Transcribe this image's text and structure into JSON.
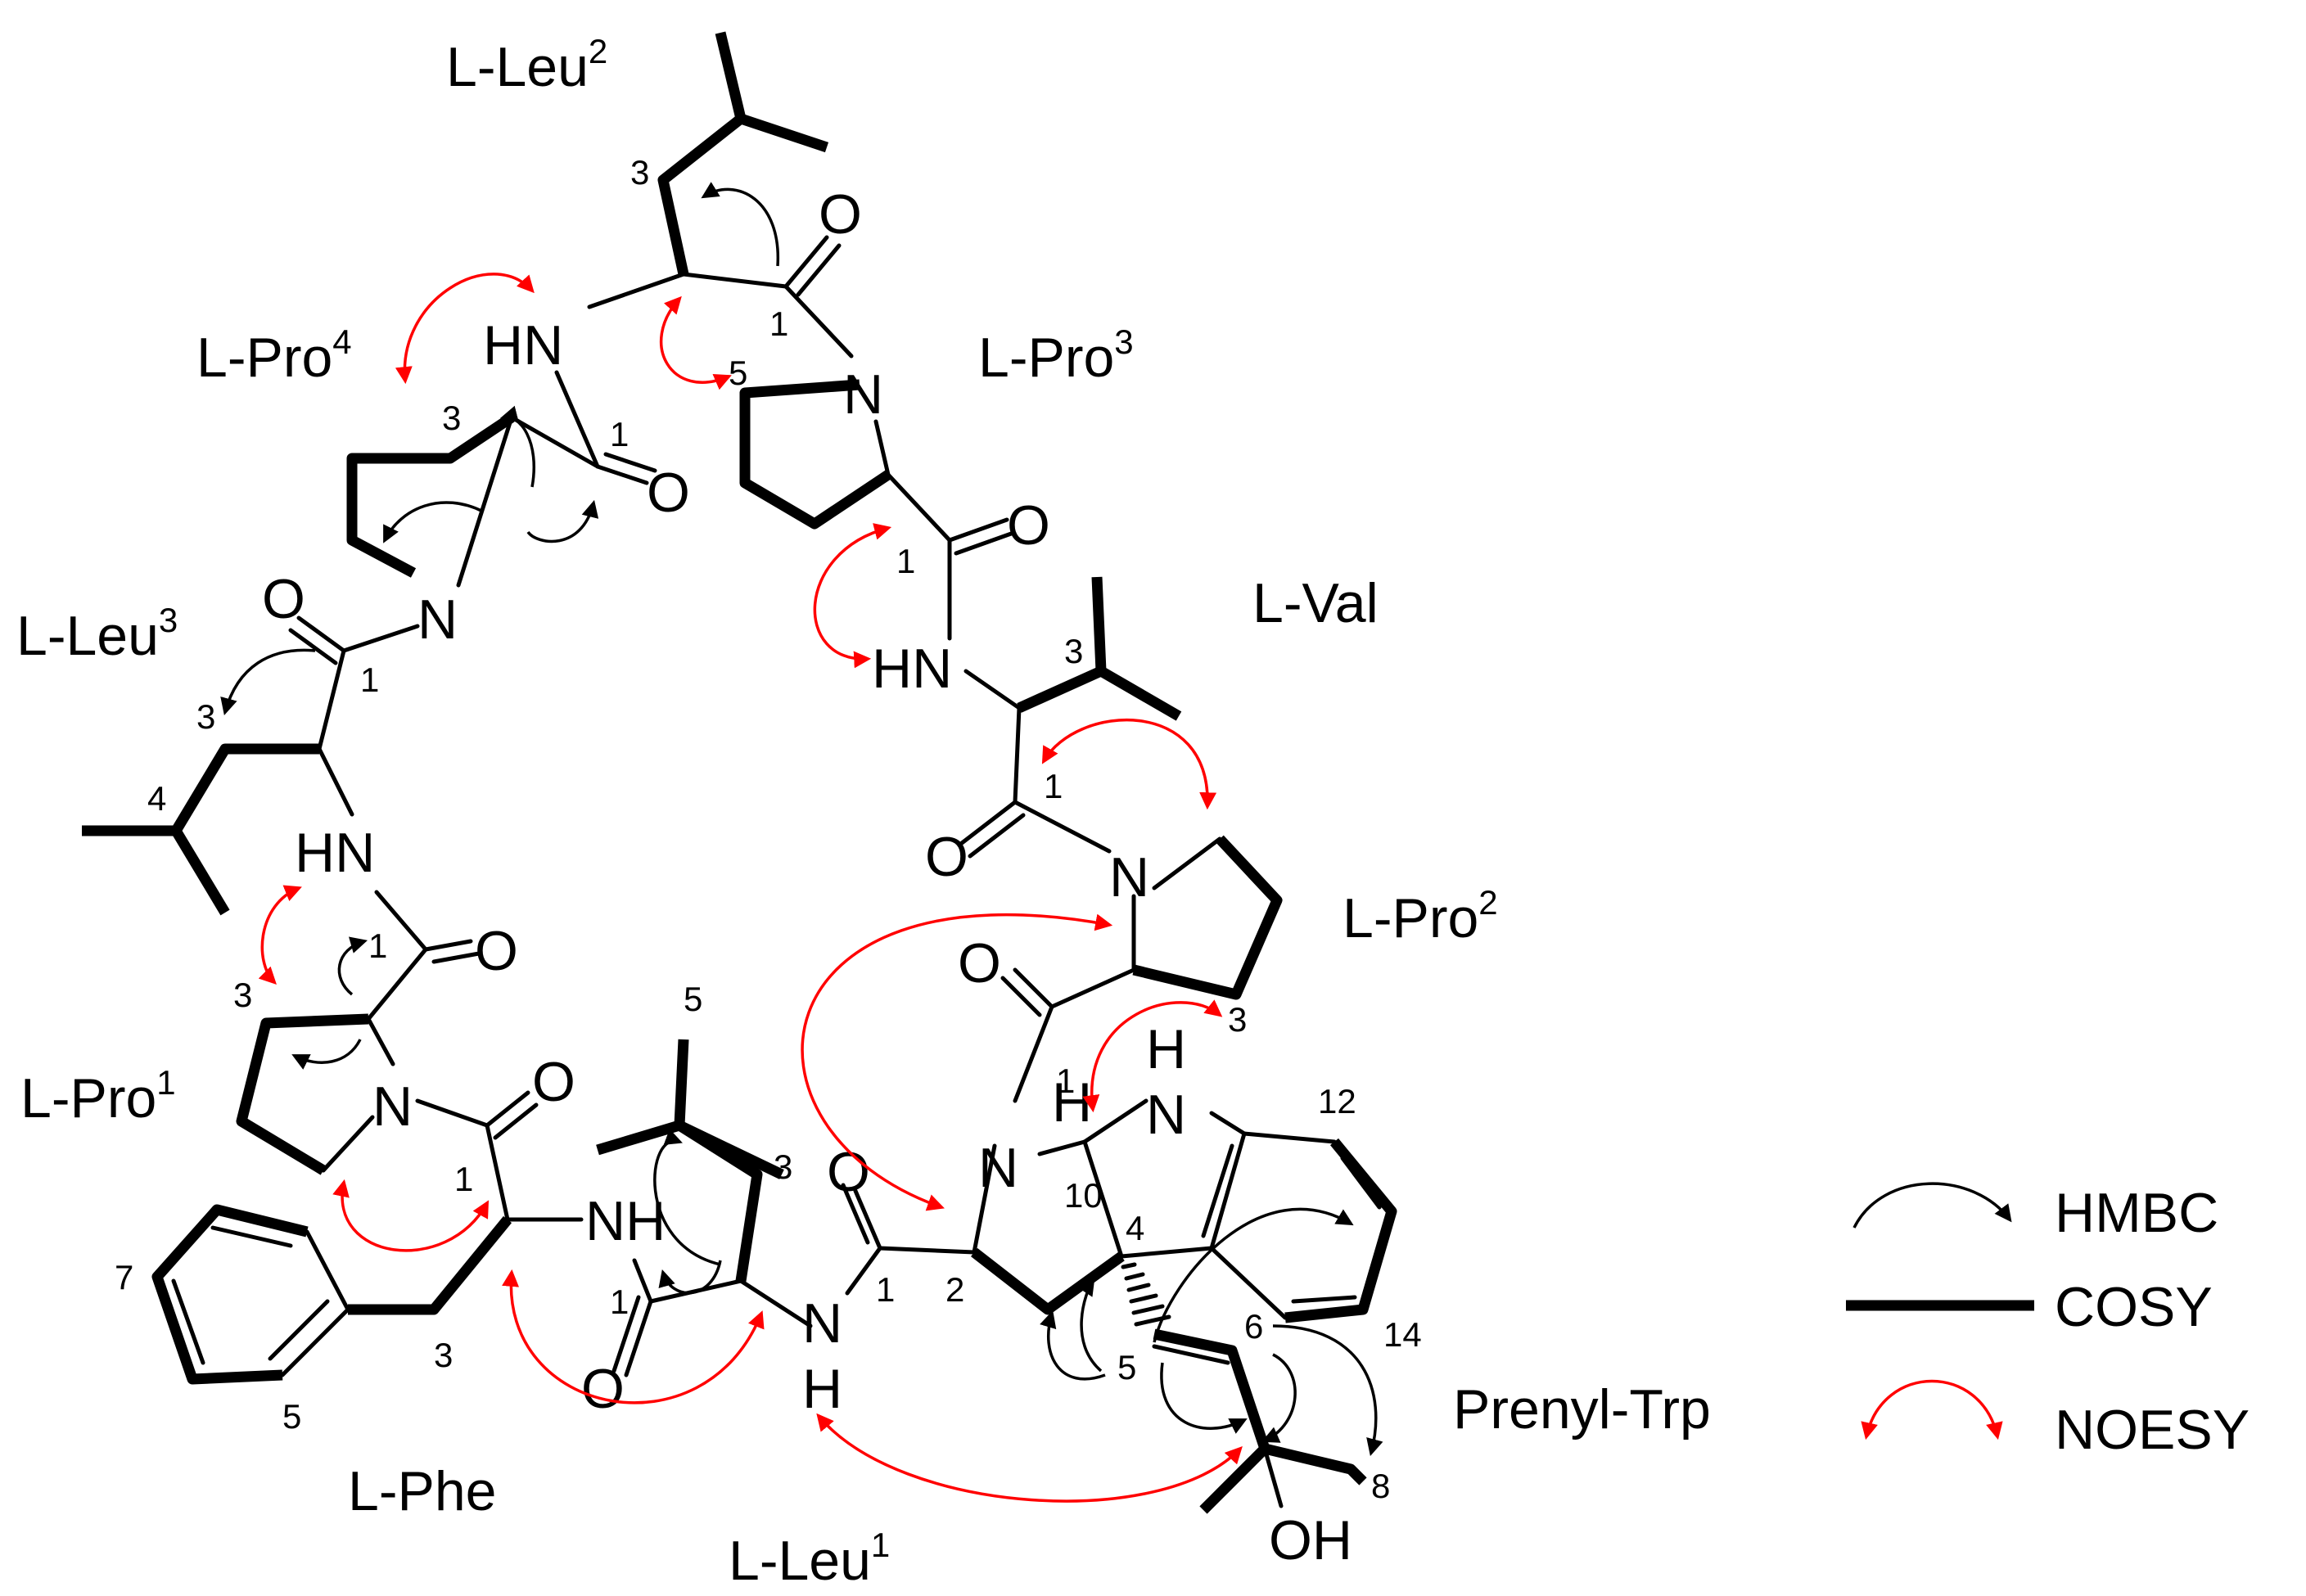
{
  "residues": {
    "leu2": {
      "name": "L-Leu",
      "sup": "2"
    },
    "pro4": {
      "name": "L-Pro",
      "sup": "4"
    },
    "pro3": {
      "name": "L-Pro",
      "sup": "3"
    },
    "leu3": {
      "name": "L-Leu",
      "sup": "3"
    },
    "val": {
      "name": "L-Val",
      "sup": ""
    },
    "pro2": {
      "name": "L-Pro",
      "sup": "2"
    },
    "pro1": {
      "name": "L-Pro",
      "sup": "1"
    },
    "phe": {
      "name": "L-Phe",
      "sup": ""
    },
    "leu1": {
      "name": "L-Leu",
      "sup": "1"
    },
    "prenyl_trp": {
      "name": "Prenyl-Trp",
      "sup": ""
    }
  },
  "atoms": {
    "o": "O",
    "n": "N",
    "hn": "HN",
    "nh": "NH",
    "h": "H",
    "oh": "OH"
  },
  "legend": {
    "hmbc": "HMBC",
    "cosy": "COSY",
    "noesy": "NOESY"
  },
  "colors": {
    "bond": "#000000",
    "hmbc": "#000000",
    "noesy": "#ff0000"
  },
  "position_numbers": [
    "1",
    "2",
    "3",
    "4",
    "5",
    "6",
    "7",
    "8",
    "10",
    "12",
    "14"
  ]
}
